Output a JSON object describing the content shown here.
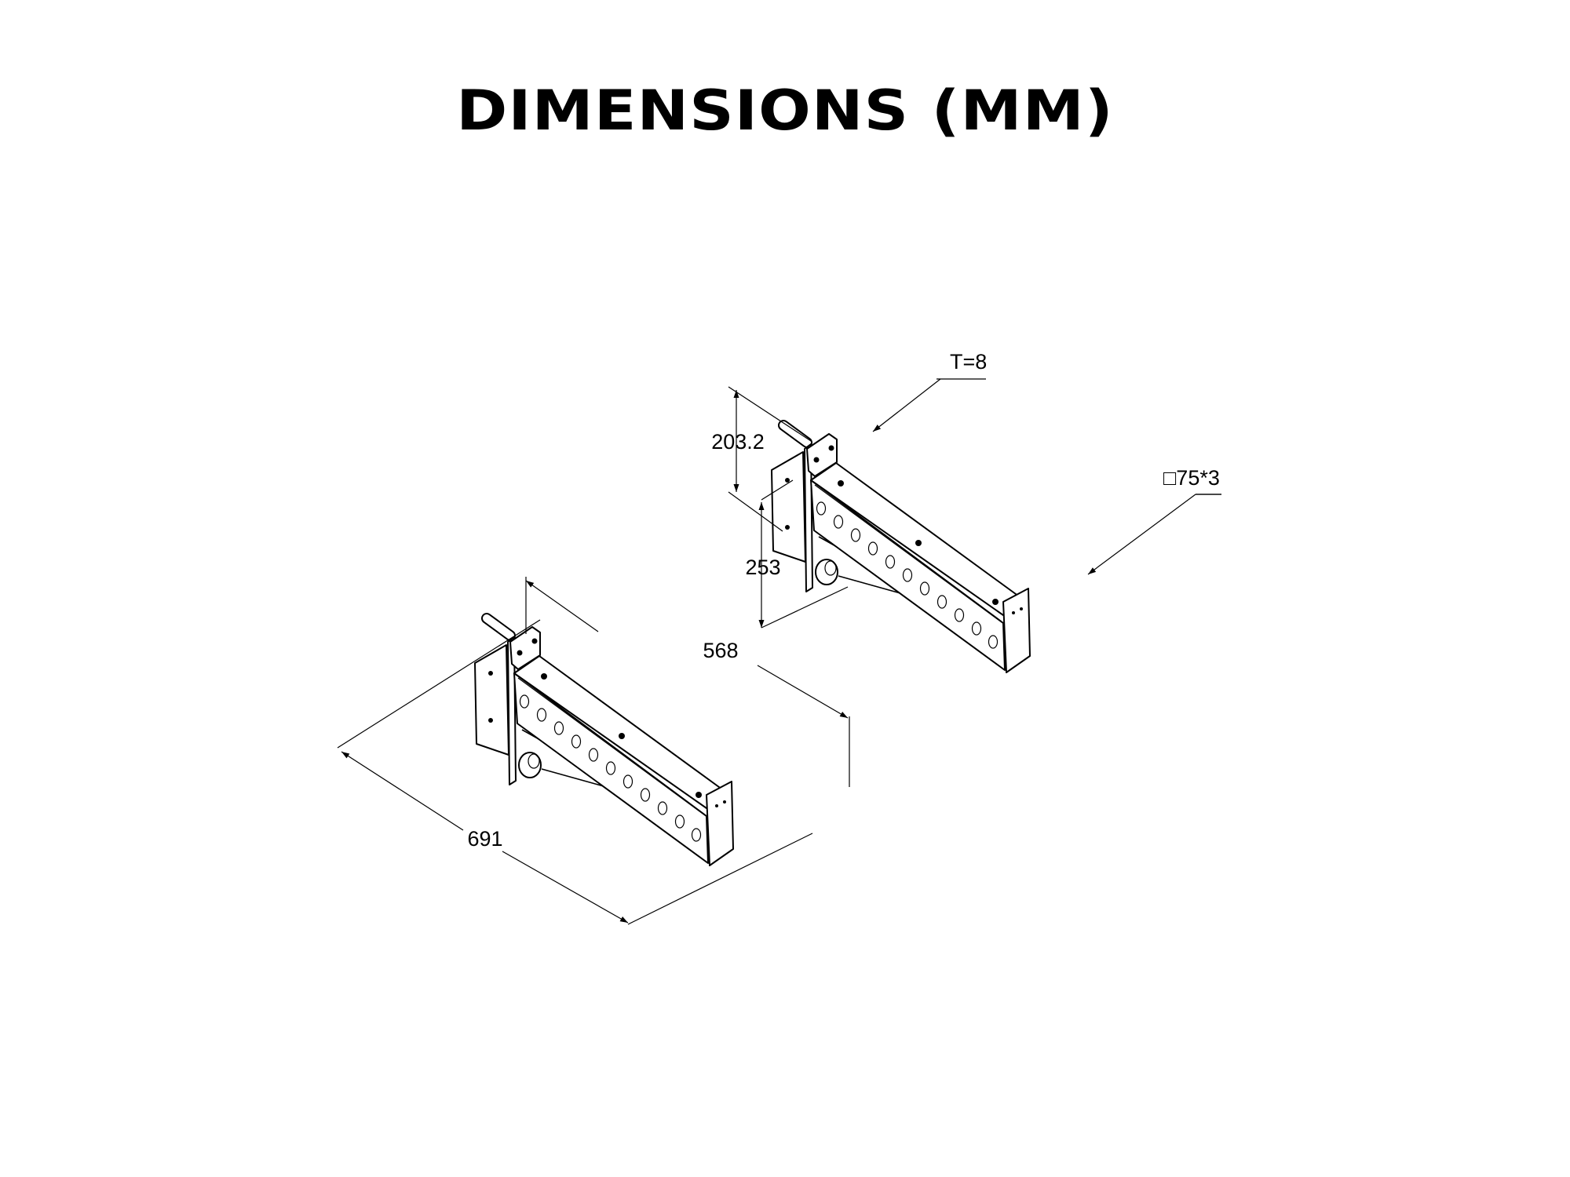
{
  "title": "DIMENSIONS (MM)",
  "dimensions": {
    "height_upper": "203.2",
    "height_lower": "253",
    "length_inner": "568",
    "length_overall": "691",
    "plate_thickness": "T=8",
    "tube_section": "□75*3"
  },
  "colors": {
    "line": "#000000",
    "background": "#ffffff"
  }
}
